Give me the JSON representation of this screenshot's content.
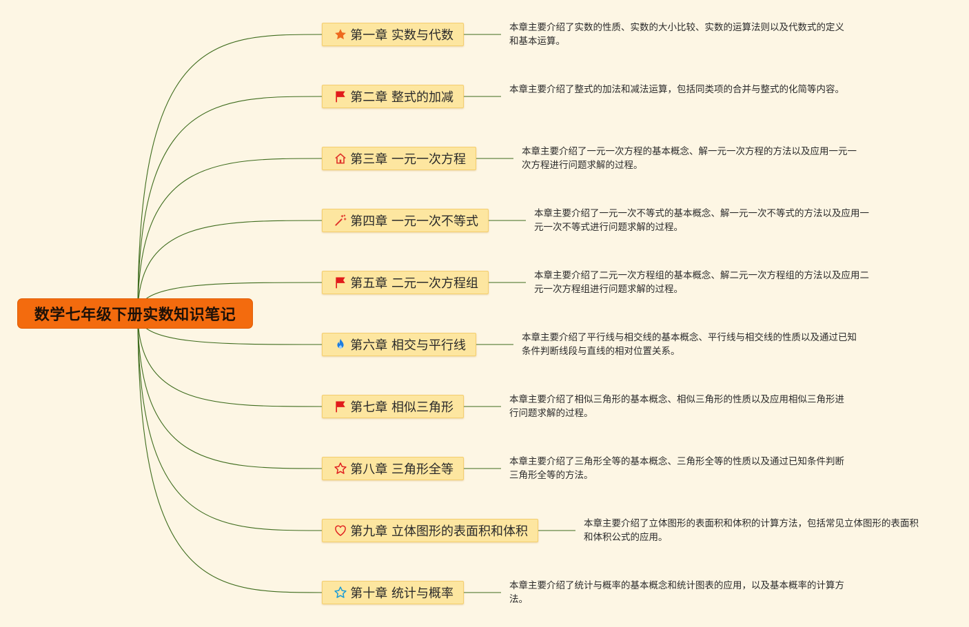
{
  "root": {
    "title": "数学七年级下册实数知识笔记"
  },
  "colors": {
    "root_fill": "#f36b0e",
    "branch_fill": "#fde6a0",
    "connector": "#3d6b1c",
    "background": "#fdf6e4"
  },
  "chapters": [
    {
      "label": "第一章 实数与代数",
      "icon": "star-filled-icon",
      "desc": "本章主要介绍了实数的性质、实数的大小比较、实数的运算法则以及代数式的定义和基本运算。"
    },
    {
      "label": "第二章 整式的加减",
      "icon": "red-flag-icon",
      "desc": "本章主要介绍了整式的加法和减法运算，包括同类项的合并与整式的化简等内容。"
    },
    {
      "label": "第三章 一元一次方程",
      "icon": "home-icon",
      "desc": "本章主要介绍了一元一次方程的基本概念、解一元一次方程的方法以及应用一元一次方程进行问题求解的过程。"
    },
    {
      "label": "第四章 一元一次不等式",
      "icon": "magic-wand-icon",
      "desc": "本章主要介绍了一元一次不等式的基本概念、解一元一次不等式的方法以及应用一元一次不等式进行问题求解的过程。"
    },
    {
      "label": "第五章 二元一次方程组",
      "icon": "red-flag-icon",
      "desc": "本章主要介绍了二元一次方程组的基本概念、解二元一次方程组的方法以及应用二元一次方程组进行问题求解的过程。"
    },
    {
      "label": "第六章 相交与平行线",
      "icon": "flame-icon",
      "desc": "本章主要介绍了平行线与相交线的基本概念、平行线与相交线的性质以及通过已知条件判断线段与直线的相对位置关系。"
    },
    {
      "label": "第七章 相似三角形",
      "icon": "red-flag-icon",
      "desc": "本章主要介绍了相似三角形的基本概念、相似三角形的性质以及应用相似三角形进行问题求解的过程。"
    },
    {
      "label": "第八章 三角形全等",
      "icon": "star-outline-red-icon",
      "desc": "本章主要介绍了三角形全等的基本概念、三角形全等的性质以及通过已知条件判断三角形全等的方法。"
    },
    {
      "label": "第九章 立体图形的表面积和体积",
      "icon": "heart-outline-icon",
      "desc": "本章主要介绍了立体图形的表面积和体积的计算方法，包括常见立体图形的表面积和体积公式的应用。"
    },
    {
      "label": "第十章 统计与概率",
      "icon": "star-outline-blue-icon",
      "desc": "本章主要介绍了统计与概率的基本概念和统计图表的应用，以及基本概率的计算方法。"
    }
  ]
}
